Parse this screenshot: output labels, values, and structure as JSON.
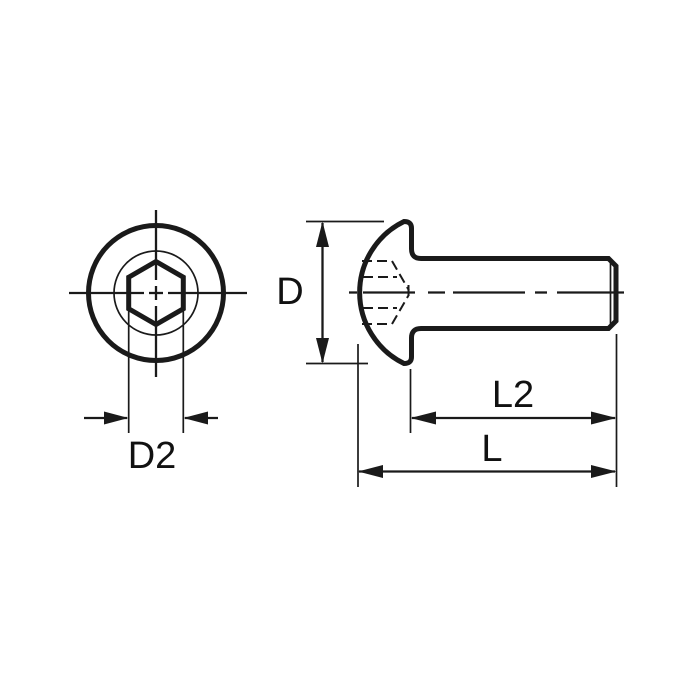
{
  "drawing": {
    "subject": "button-head-socket-cap-screw",
    "views": {
      "front_view": "screw head front view with hex socket",
      "side_view": "screw side view with shank"
    },
    "colors": {
      "part_fill": "#dde5eb",
      "line": "#1a1a1a",
      "background": "#ffffff"
    },
    "labels": {
      "head_diameter": "D",
      "socket_width": "D2",
      "shank_length": "L2",
      "overall_length": "L"
    }
  }
}
